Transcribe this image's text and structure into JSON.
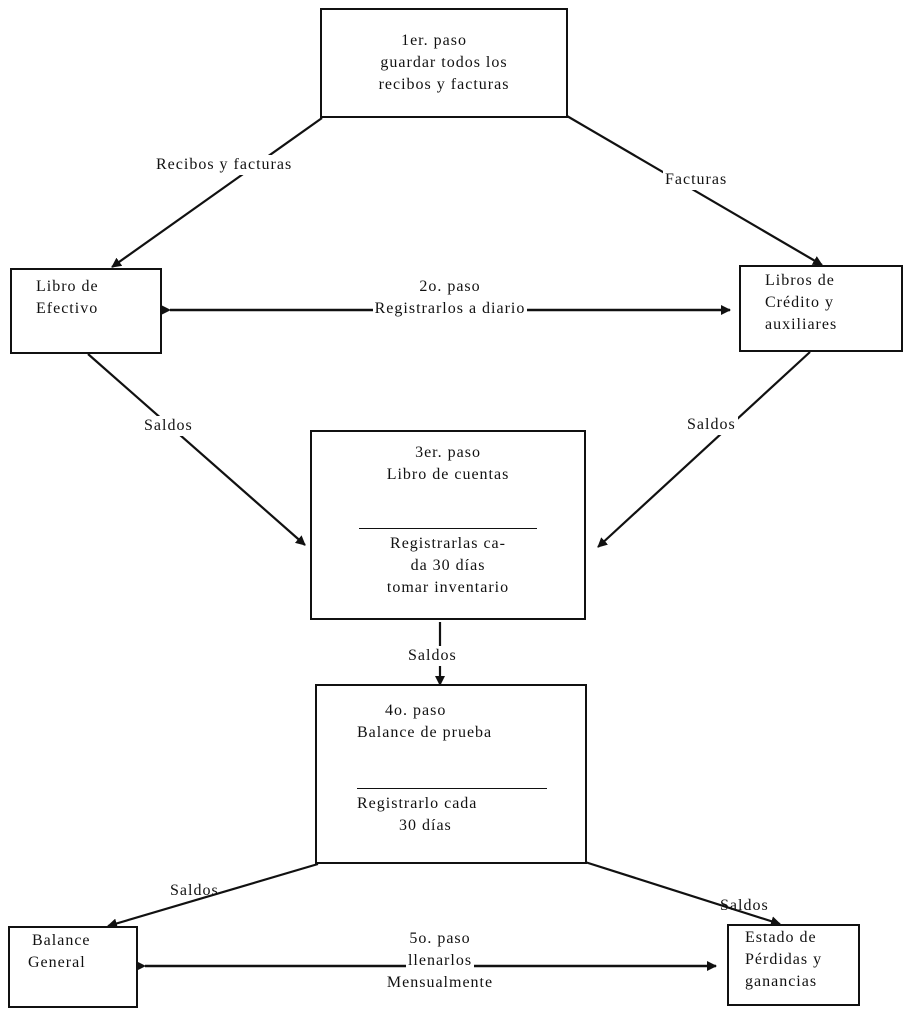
{
  "diagram": {
    "nodes": {
      "paso1": {
        "lines": [
          "1er. paso",
          "guardar todos los",
          "recibos y facturas"
        ]
      },
      "libro_efectivo": {
        "lines": [
          "Libro de",
          "Efectivo"
        ]
      },
      "libros_credito": {
        "lines": [
          "Libros de",
          "Crédito y",
          "auxiliares"
        ]
      },
      "paso3": {
        "title": [
          "3er. paso",
          "Libro de cuentas"
        ],
        "detail": [
          "Registrarlas ca-",
          "da 30 días",
          "tomar inventario"
        ]
      },
      "paso4": {
        "title": [
          "4o. paso",
          "Balance de prueba"
        ],
        "detail": [
          "Registrarlo cada",
          "30 días"
        ]
      },
      "balance_general": {
        "lines": [
          "Balance",
          "General"
        ]
      },
      "estado_perdidas": {
        "lines": [
          "Estado de",
          "Pérdidas y",
          "ganancias"
        ]
      }
    },
    "edges": {
      "paso1_to_efectivo": "Recibos y facturas",
      "paso1_to_credito": "Facturas",
      "efectivo_to_paso3": "Saldos",
      "credito_to_paso3": "Saldos",
      "paso3_to_paso4": "Saldos",
      "paso4_to_balance": "Saldos",
      "paso4_to_estado": "Saldos"
    },
    "bidirectional": {
      "paso2": {
        "lines": [
          "2o. paso",
          "Registrarlos a diario"
        ]
      },
      "paso5": {
        "lines": [
          "5o. paso",
          "llenarlos",
          "Mensualmente"
        ]
      }
    }
  }
}
